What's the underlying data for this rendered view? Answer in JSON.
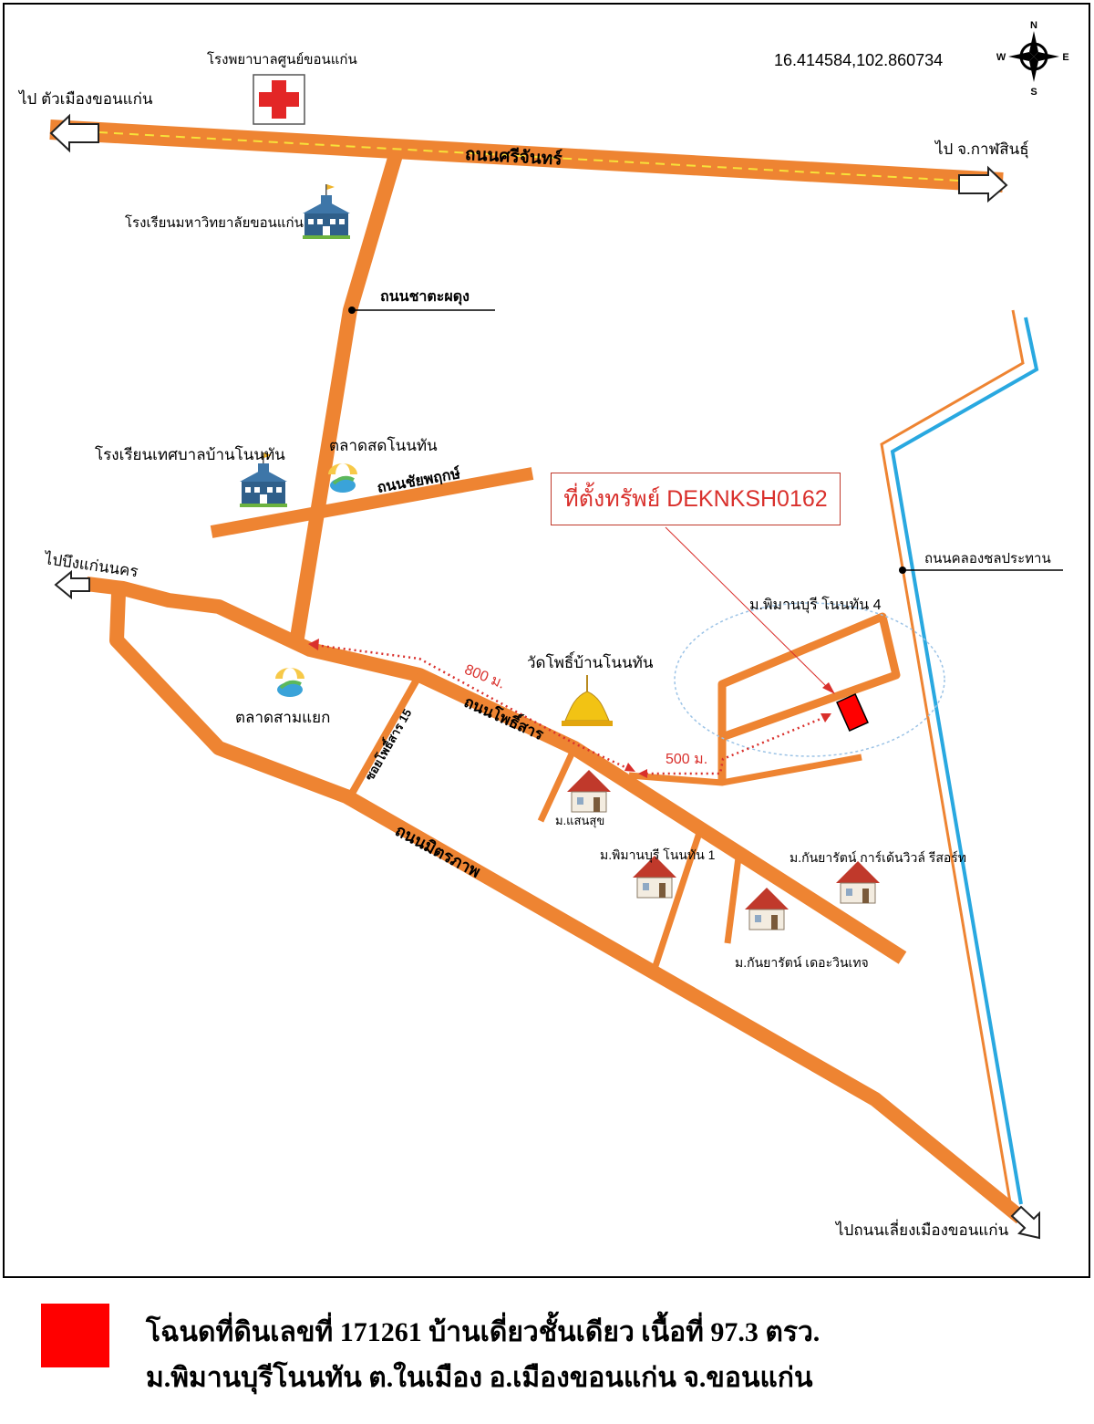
{
  "map": {
    "coordinates": "16.414584,102.860734",
    "compass": {
      "n": "N",
      "s": "S",
      "e": "E",
      "w": "W"
    },
    "roads": {
      "srichan": "ถนนศรีจันทร์",
      "chatapadung": "ถนนชาตะผดุง",
      "chaiyaphruek": "ถนนชัยพฤกษ์",
      "phosan": "ถนนโพธิ์สาร",
      "soi_phosan_15": "ซอยโพธิ์สาร 15",
      "mittraphap": "ถนนมิตรภาพ",
      "canal": "ถนนคลองชลประทาน"
    },
    "directions": {
      "to_city": "ไป ตัวเมืองขอนแก่น",
      "to_kalasin": "ไป จ.กาฬสินธุ์",
      "to_bueng": "ไปบึงแก่นนคร",
      "to_ring_road": "ไปถนนเลี่ยงเมืองขอนแก่น"
    },
    "places": {
      "hospital": "โรงพยาบาลศูนย์ขอนแก่น",
      "university_school": "โรงเรียนมหาวิทยาลัยขอนแก่น",
      "municipal_school": "โรงเรียนเทศบาลบ้านโนนทัน",
      "market_nonthan": "ตลาดสดโนนทัน",
      "market_samyaek": "ตลาดสามแยก",
      "temple": "วัดโพธิ์บ้านโนนทัน",
      "saensuk": "ม.แสนสุข",
      "piman_1": "ม.พิมานบุรี โนนทัน 1",
      "kanyarat_garden": "ม.กันยารัตน์ การ์เด้นวิวล์ รีสอร์ท",
      "kanyarat_vintage": "ม.กันยารัตน์ เดอะวินเทจ",
      "piman_4": "ม.พิมานบุรี โนนทัน 4"
    },
    "distances": {
      "d800": "800 ม.",
      "d500": "500 ม."
    },
    "asset_label": "ที่ตั้งทรัพย์ DEKNKSH0162",
    "colors": {
      "road": "#ee8432",
      "canal": "#29a8e0",
      "marker": "#ff0000",
      "route": "#d9302c"
    }
  },
  "legend": {
    "line1": "โฉนดที่ดินเลขที่ 171261 บ้านเดี่ยวชั้นเดียว เนื้อที่ 97.3 ตรว.",
    "line2": "ม.พิมานบุรีโนนทัน ต.ในเมือง อ.เมืองขอนแก่น จ.ขอนแก่น",
    "swatch_color": "#ff0000"
  }
}
